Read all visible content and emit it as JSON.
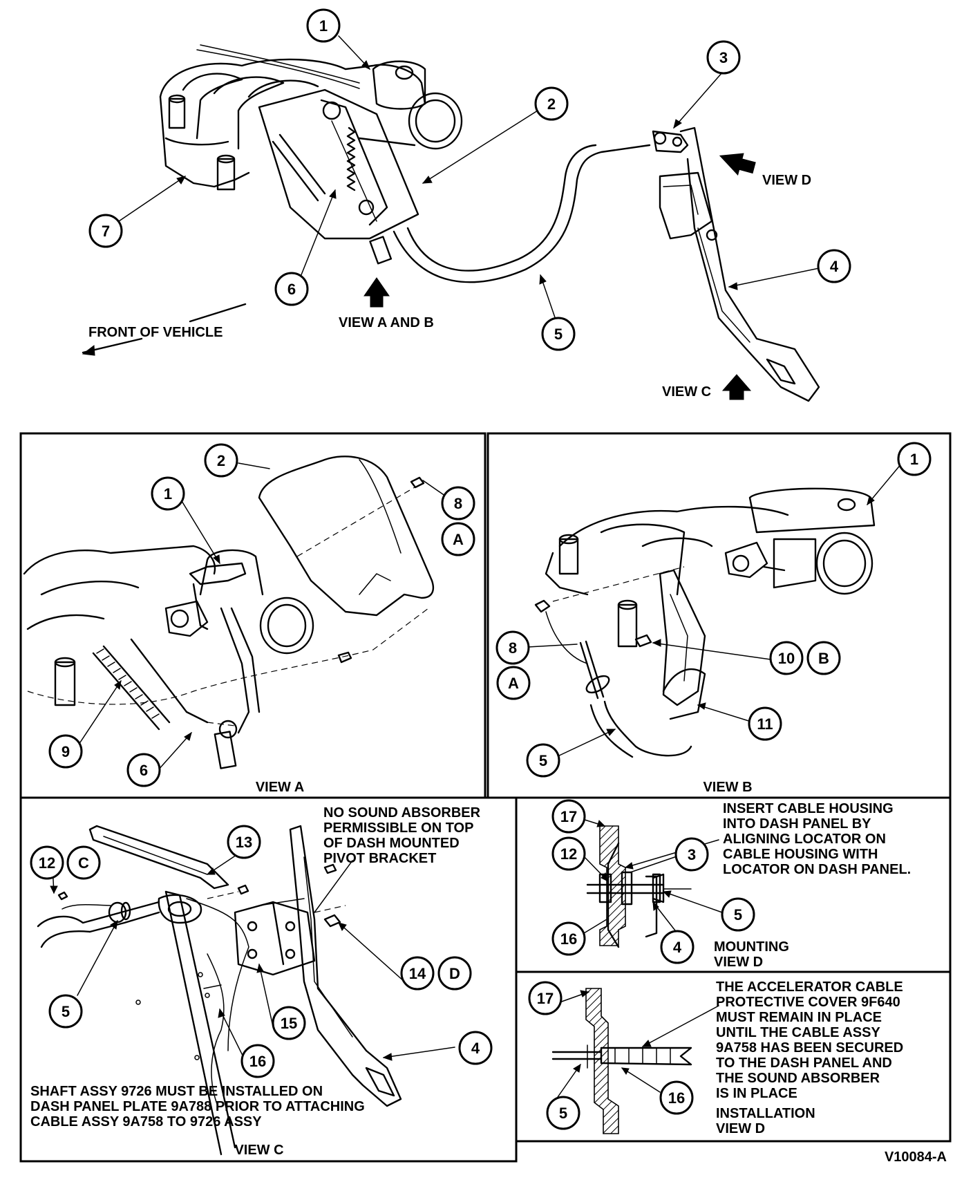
{
  "figure_id": "V10084-A",
  "overview": {
    "callouts": [
      "1",
      "2",
      "3",
      "4",
      "5",
      "6",
      "7"
    ],
    "labels": {
      "front_of_vehicle": "FRONT OF VEHICLE",
      "view_a_and_b": "VIEW A AND B",
      "view_c": "VIEW C",
      "view_d": "VIEW D"
    }
  },
  "view_a": {
    "title": "VIEW A",
    "callouts": [
      "2",
      "1",
      "8",
      "A",
      "9",
      "6"
    ]
  },
  "view_b": {
    "title": "VIEW B",
    "callouts": [
      "1",
      "8",
      "A",
      "10",
      "B",
      "11",
      "5"
    ]
  },
  "view_c": {
    "title": "VIEW C",
    "callouts": [
      "13",
      "12",
      "C",
      "5",
      "14",
      "D",
      "15",
      "16",
      "4"
    ],
    "note_top": [
      "NO SOUND ABSORBER",
      "PERMISSIBLE ON TOP",
      "OF DASH MOUNTED",
      "PIVOT BRACKET"
    ],
    "note_bottom": [
      "SHAFT ASSY 9726 MUST BE INSTALLED ON",
      "DASH PANEL PLATE 9A788 PRIOR TO ATTACHING",
      "CABLE ASSY 9A758 TO 9726 ASSY"
    ]
  },
  "mounting": {
    "title_lines": [
      "MOUNTING",
      "VIEW D"
    ],
    "callouts": [
      "17",
      "12",
      "3",
      "5",
      "16",
      "4"
    ],
    "note": [
      "INSERT CABLE HOUSING",
      "INTO DASH PANEL BY",
      "ALIGNING LOCATOR ON",
      "CABLE HOUSING WITH",
      "LOCATOR ON DASH PANEL."
    ]
  },
  "installation": {
    "title_lines": [
      "INSTALLATION",
      "VIEW D"
    ],
    "callouts": [
      "17",
      "16",
      "5"
    ],
    "note": [
      "THE ACCELERATOR CABLE",
      "PROTECTIVE COVER 9F640",
      "MUST REMAIN IN PLACE",
      "UNTIL THE CABLE ASSY",
      "9A758 HAS BEEN SECURED",
      "TO THE DASH PANEL AND",
      "THE SOUND ABSORBER",
      "IS IN PLACE"
    ]
  }
}
